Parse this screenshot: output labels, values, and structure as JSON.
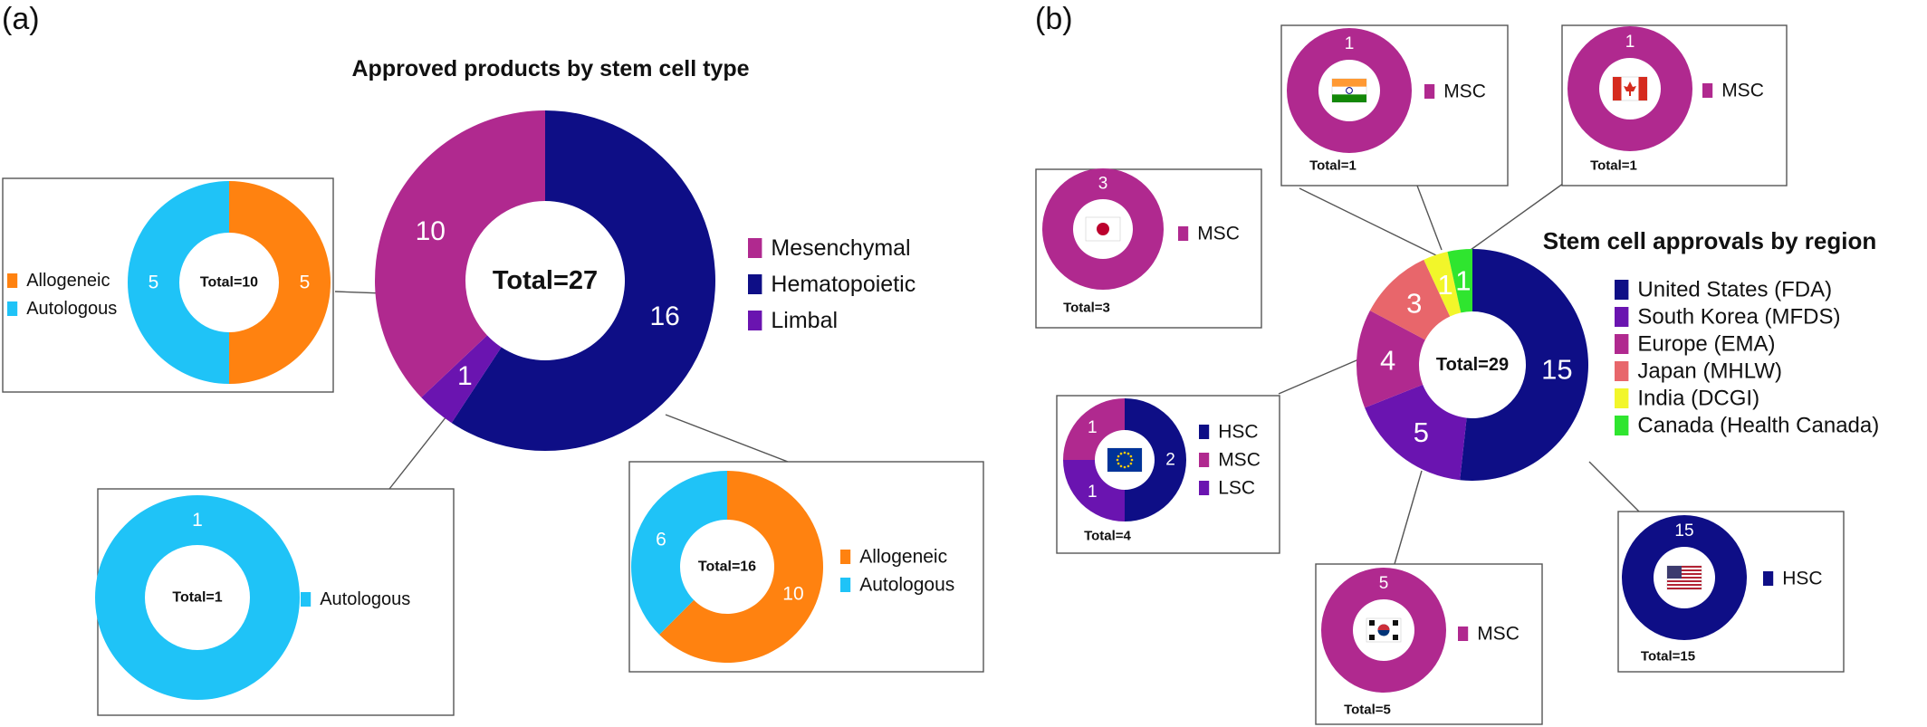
{
  "panel_labels": [
    "(a)",
    "(b)"
  ],
  "chart_data": [
    {
      "id": "stem-cell-type",
      "type": "pie",
      "title": "Approved products by stem cell type",
      "center_label": "Total=27",
      "slices": [
        {
          "label": "Hematopoietic",
          "value": 16,
          "color": "#0e0e86"
        },
        {
          "label": "Limbal",
          "value": 1,
          "color": "#6a14b0"
        },
        {
          "label": "Mesenchymal",
          "value": 10,
          "color": "#b0298f"
        }
      ],
      "legend": [
        "Mesenchymal",
        "Hematopoietic",
        "Limbal"
      ]
    },
    {
      "id": "mesenchymal-source",
      "type": "pie",
      "center_label": "Total=10",
      "slices": [
        {
          "label": "Allogeneic",
          "value": 5,
          "color": "#ff8210"
        },
        {
          "label": "Autologous",
          "value": 5,
          "color": "#1fc3f7"
        }
      ],
      "legend": [
        "Allogeneic",
        "Autologous"
      ]
    },
    {
      "id": "limbal-source",
      "type": "pie",
      "center_label": "Total=1",
      "slices": [
        {
          "label": "Autologous",
          "value": 1,
          "color": "#1fc3f7"
        }
      ],
      "legend": [
        "Autologous"
      ]
    },
    {
      "id": "hematopoietic-source",
      "type": "pie",
      "center_label": "Total=16",
      "slices": [
        {
          "label": "Allogeneic",
          "value": 10,
          "color": "#ff8210"
        },
        {
          "label": "Autologous",
          "value": 6,
          "color": "#1fc3f7"
        }
      ],
      "legend": [
        "Allogeneic",
        "Autologous"
      ]
    },
    {
      "id": "region",
      "type": "pie",
      "title": "Stem cell approvals by region",
      "center_label": "Total=29",
      "slices": [
        {
          "label": "United States (FDA)",
          "value": 15,
          "color": "#0e0e86"
        },
        {
          "label": "South Korea (MFDS)",
          "value": 5,
          "color": "#6a14b0"
        },
        {
          "label": "Europe (EMA)",
          "value": 4,
          "color": "#b0298f"
        },
        {
          "label": "Japan (MHLW)",
          "value": 3,
          "color": "#e8666b"
        },
        {
          "label": "India (DCGI)",
          "value": 1,
          "color": "#f2f62a"
        },
        {
          "label": "Canada (Health Canada)",
          "value": 1,
          "color": "#2fe52f"
        }
      ]
    },
    {
      "id": "india",
      "type": "pie",
      "center_label": "Total=1",
      "flag": "india-flag",
      "slices": [
        {
          "label": "MSC",
          "value": 1,
          "color": "#b0298f"
        }
      ],
      "legend": [
        "MSC"
      ]
    },
    {
      "id": "canada",
      "type": "pie",
      "center_label": "Total=1",
      "flag": "canada-flag",
      "slices": [
        {
          "label": "MSC",
          "value": 1,
          "color": "#b0298f"
        }
      ],
      "legend": [
        "MSC"
      ]
    },
    {
      "id": "japan",
      "type": "pie",
      "center_label": "Total=3",
      "flag": "japan-flag",
      "slices": [
        {
          "label": "MSC",
          "value": 3,
          "color": "#b0298f"
        }
      ],
      "legend": [
        "MSC"
      ]
    },
    {
      "id": "europe",
      "type": "pie",
      "center_label": "Total=4",
      "flag": "eu-flag",
      "slices": [
        {
          "label": "HSC",
          "value": 2,
          "color": "#0e0e86"
        },
        {
          "label": "LSC",
          "value": 1,
          "color": "#6a14b0"
        },
        {
          "label": "MSC",
          "value": 1,
          "color": "#b0298f"
        }
      ],
      "legend": [
        "HSC",
        "MSC",
        "LSC"
      ]
    },
    {
      "id": "south-korea",
      "type": "pie",
      "center_label": "Total=5",
      "flag": "korea-flag",
      "slices": [
        {
          "label": "MSC",
          "value": 5,
          "color": "#b0298f"
        }
      ],
      "legend": [
        "MSC"
      ]
    },
    {
      "id": "united-states",
      "type": "pie",
      "center_label": "Total=15",
      "flag": "usa-flag",
      "slices": [
        {
          "label": "HSC",
          "value": 15,
          "color": "#0e0e86"
        }
      ],
      "legend": [
        "HSC"
      ]
    }
  ]
}
